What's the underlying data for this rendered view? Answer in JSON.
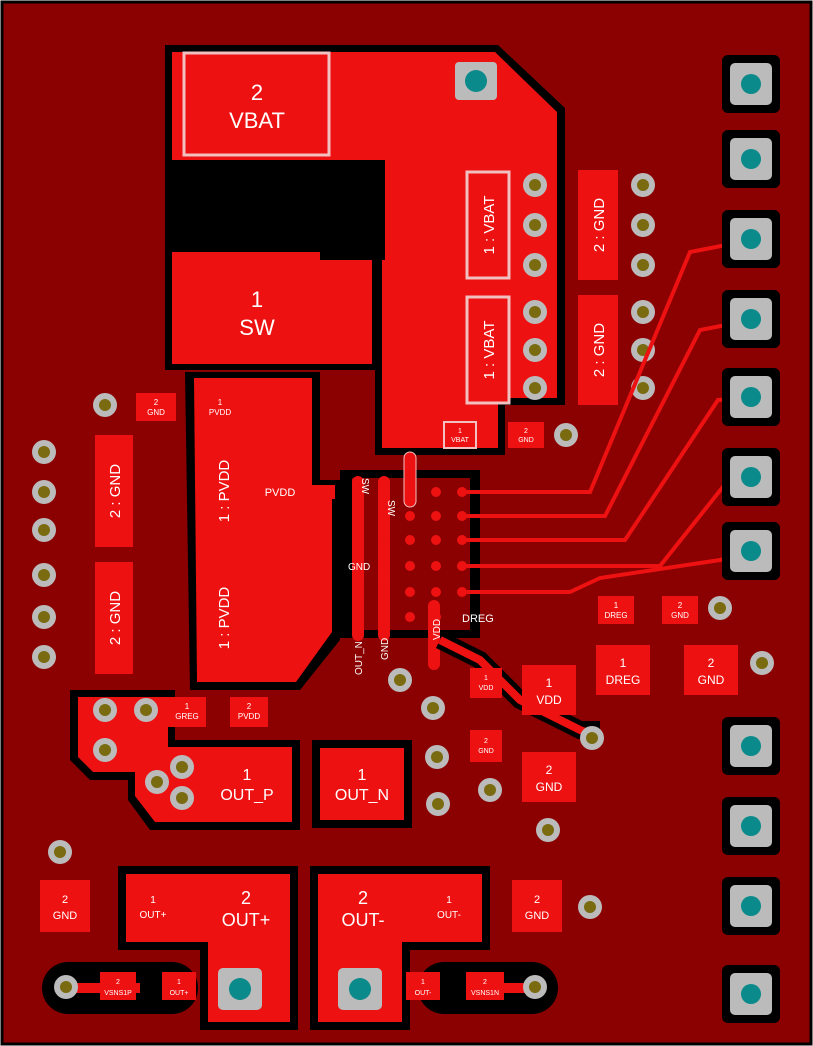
{
  "colors": {
    "board": "#8b0000",
    "copper": "#ee1111",
    "void": "#000000",
    "pad_outline": "#f2c0c0",
    "via_ring": "#b8b8b8",
    "via_hole": "#0a8a8a",
    "drill_ring": "#bbbbbb",
    "drill_center": "#7a6a10",
    "silk": "#ffffff"
  },
  "pads": {
    "vbat_big": [
      "2",
      "VBAT"
    ],
    "sw_big": [
      "1",
      "SW"
    ],
    "vbat_conn_1": "1 : VBAT",
    "vbat_conn_2": "1 : VBAT",
    "gnd_conn_1": "2 : GND",
    "gnd_conn_2": "2 : GND",
    "gnd_top_small": [
      "2",
      "GND"
    ],
    "pvdd_top_small": [
      "1",
      "PVDD"
    ],
    "gnd_left_1": "2 : GND",
    "gnd_left_2": "2 : GND",
    "pvdd_1": "1 : PVDD",
    "pvdd_2": "1 : PVDD",
    "vbat_small": [
      "1",
      "VBAT"
    ],
    "gnd_mid_small": [
      "2",
      "GND"
    ],
    "dreg_small": [
      "1",
      "DREG"
    ],
    "gnd_small_r": [
      "2",
      "GND"
    ],
    "dreg_big": [
      "1",
      "DREG"
    ],
    "gnd_big_r": [
      "2",
      "GND"
    ],
    "vdd_small": [
      "1",
      "VDD"
    ],
    "vdd_big": [
      "1",
      "VDD"
    ],
    "gnd_vdd_small": [
      "2",
      "GND"
    ],
    "gnd_vdd_big": [
      "2",
      "GND"
    ],
    "greg": [
      "1",
      "GREG"
    ],
    "pvdd_bottom": [
      "2",
      "PVDD"
    ],
    "out_p": [
      "1",
      "OUT_P"
    ],
    "out_n": [
      "1",
      "OUT_N"
    ],
    "gnd_bl": [
      "2",
      "GND"
    ],
    "outp_small": [
      "1",
      "OUT+"
    ],
    "outp_big": [
      "2",
      "OUT+"
    ],
    "outn_big": [
      "2",
      "OUT-"
    ],
    "outn_small": [
      "1",
      "OUT-"
    ],
    "gnd_br": [
      "2",
      "GND"
    ],
    "vsns1p": [
      "2",
      "VSNS1P"
    ],
    "outp_tiny": [
      "1",
      "OUT+"
    ],
    "outn_tiny": [
      "1",
      "OUT-"
    ],
    "vsns1n": [
      "2",
      "VSNS1N"
    ]
  },
  "net_labels": {
    "pvdd": "PVDD",
    "sw": "SW",
    "sw2": "SW",
    "dreg": "DREG",
    "out_n": "OUT_N",
    "gnd": "GND",
    "vdd": "VDD",
    "gnd2": "GND"
  }
}
